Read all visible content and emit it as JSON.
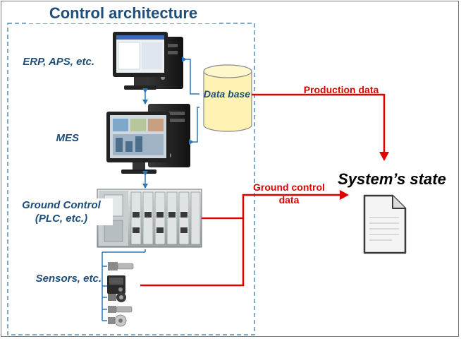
{
  "diagram": {
    "title": "Control architecture",
    "layers": [
      {
        "label": "ERP, APS, etc."
      },
      {
        "label": "MES"
      },
      {
        "label": "Ground Control (PLC, etc.)"
      },
      {
        "label": "Sensors, etc."
      }
    ],
    "database_label": "Data base",
    "flows": {
      "production": "Production data",
      "ground": "Ground control data"
    },
    "target": "System’s state"
  },
  "colors": {
    "architecture": "#1f4e79",
    "flow": "#e00000",
    "connector": "#2e75b6",
    "database_fill": "#fff2b3"
  },
  "icons": [
    "desktop-computer-icon",
    "desktop-computer-icon",
    "plc-rack-icon",
    "sensor-icon",
    "database-icon",
    "document-icon"
  ]
}
